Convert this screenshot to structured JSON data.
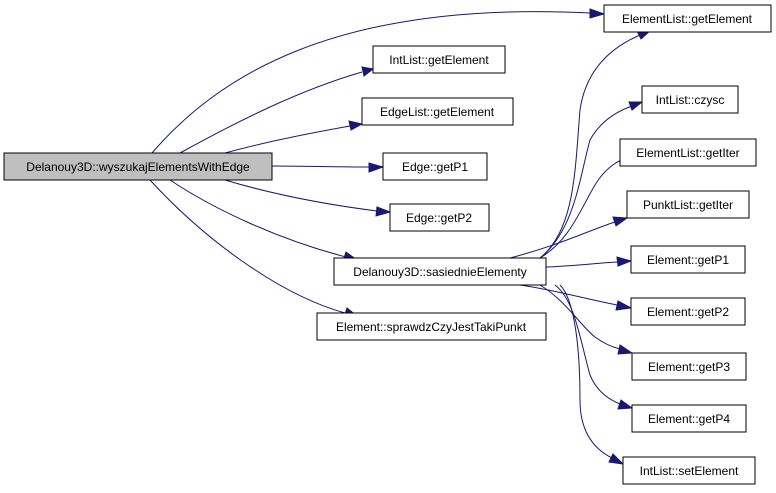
{
  "colors": {
    "edge": "#191970",
    "root_fill": "#bfbfbf",
    "node_fill": "#ffffff",
    "border": "#000000"
  },
  "nodes": {
    "root": "Delanouy3D::wyszukajElementsWithEdge",
    "el_get_element": "ElementList::getElement",
    "int_get_element": "IntList::getElement",
    "edge_get_element": "EdgeList::getElement",
    "edge_get_p1": "Edge::getP1",
    "edge_get_p2": "Edge::getP2",
    "sasiednie": "Delanouy3D::sasiednieElementy",
    "sprawdz": "Element::sprawdzCzyJestTakiPunkt",
    "int_czysc": "IntList::czysc",
    "el_get_iter": "ElementList::getIter",
    "punkt_get_iter": "PunktList::getIter",
    "element_get_p1": "Element::getP1",
    "element_get_p2": "Element::getP2",
    "element_get_p3": "Element::getP3",
    "element_get_p4": "Element::getP4",
    "int_set_element": "IntList::setElement"
  },
  "edges": [
    [
      "root",
      "el_get_element"
    ],
    [
      "root",
      "int_get_element"
    ],
    [
      "root",
      "edge_get_element"
    ],
    [
      "root",
      "edge_get_p1"
    ],
    [
      "root",
      "edge_get_p2"
    ],
    [
      "root",
      "sasiednie"
    ],
    [
      "root",
      "sprawdz"
    ],
    [
      "sasiednie",
      "el_get_element"
    ],
    [
      "sasiednie",
      "int_czysc"
    ],
    [
      "sasiednie",
      "el_get_iter"
    ],
    [
      "sasiednie",
      "punkt_get_iter"
    ],
    [
      "sasiednie",
      "element_get_p1"
    ],
    [
      "sasiednie",
      "element_get_p2"
    ],
    [
      "sasiednie",
      "element_get_p3"
    ],
    [
      "sasiednie",
      "element_get_p4"
    ],
    [
      "sasiednie",
      "int_set_element"
    ]
  ]
}
